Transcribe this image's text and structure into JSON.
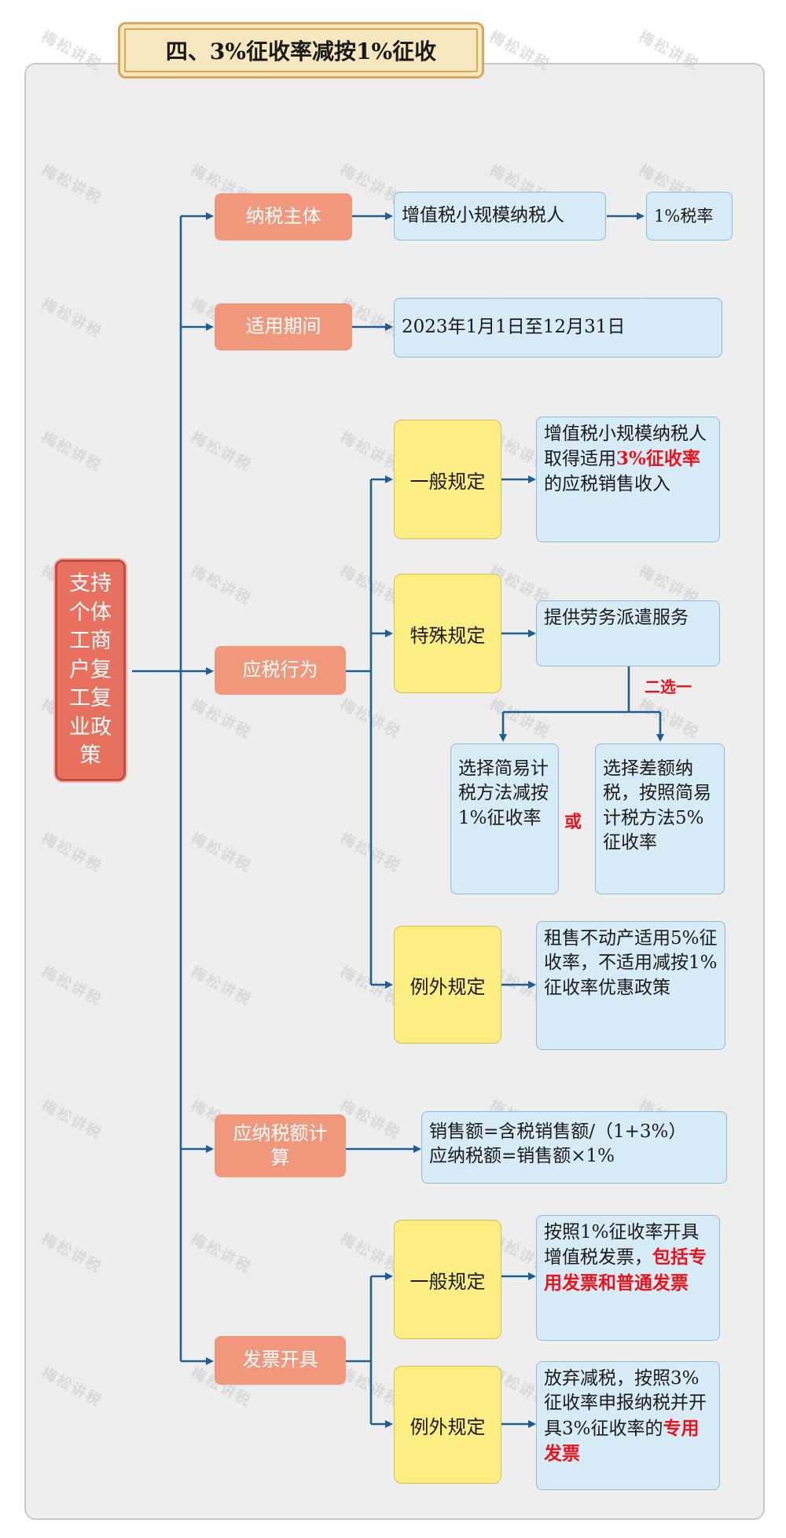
{
  "title": "四、3%征收率减按1%征收",
  "root": "支持个体工商户复工复业政策",
  "watermark": "梅松讲税",
  "categories": {
    "taxpayer": "纳税主体",
    "period": "适用期间",
    "taxable": "应税行为",
    "calc": "应纳税额计算",
    "invoice": "发票开具"
  },
  "taxpayer": {
    "subject": "增值税小规模纳税人",
    "rate": "1%税率"
  },
  "period": {
    "text": "2023年1月1日至12月31日"
  },
  "taxable": {
    "general_label": "一般规定",
    "general_text_a": "增值税小规模纳税人取得适用",
    "general_text_red": "3%征收率",
    "general_text_b": "的应税销售收入",
    "special_label": "特殊规定",
    "special_text": "提供劳务派遣服务",
    "choose_note": "二选一",
    "option_a": "选择简易计税方法减按1%征收率",
    "or": "或",
    "option_b": "选择差额纳税，按照简易计税方法5%征收率",
    "exception_label": "例外规定",
    "exception_text": "租售不动产适用5%征收率，不适用减按1%征收率优惠政策"
  },
  "calc": {
    "line1": "销售额=含税销售额/（1+3%）",
    "line2": "应纳税额=销售额×1%"
  },
  "invoice": {
    "general_label": "一般规定",
    "general_text": "按照1%征收率开具增值税发票，",
    "general_text_red": "包括专用发票和普通发票",
    "exception_label": "例外规定",
    "exception_text": "放弃减税，按照3%征收率申报纳税并开具3%征收率的",
    "exception_text_red": "专用发票"
  },
  "colors": {
    "line": "#1d5f94",
    "root": "#e8705f",
    "category": "#f0977c",
    "rule": "#fdee84",
    "info": "#d6ebf6",
    "highlight": "#e8141c"
  }
}
